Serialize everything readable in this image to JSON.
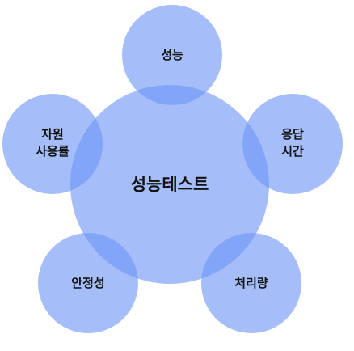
{
  "diagram": {
    "center": {
      "label": "성능테스트"
    },
    "nodes": [
      {
        "id": "top",
        "lines": [
          "성능"
        ]
      },
      {
        "id": "left",
        "lines": [
          "자원",
          "사용률"
        ]
      },
      {
        "id": "right",
        "lines": [
          "응답",
          "시간"
        ]
      },
      {
        "id": "bottom-left",
        "lines": [
          "안정성"
        ]
      },
      {
        "id": "bottom-right",
        "lines": [
          "처리량"
        ]
      }
    ],
    "colors": {
      "fill": "#6e96f5"
    }
  }
}
